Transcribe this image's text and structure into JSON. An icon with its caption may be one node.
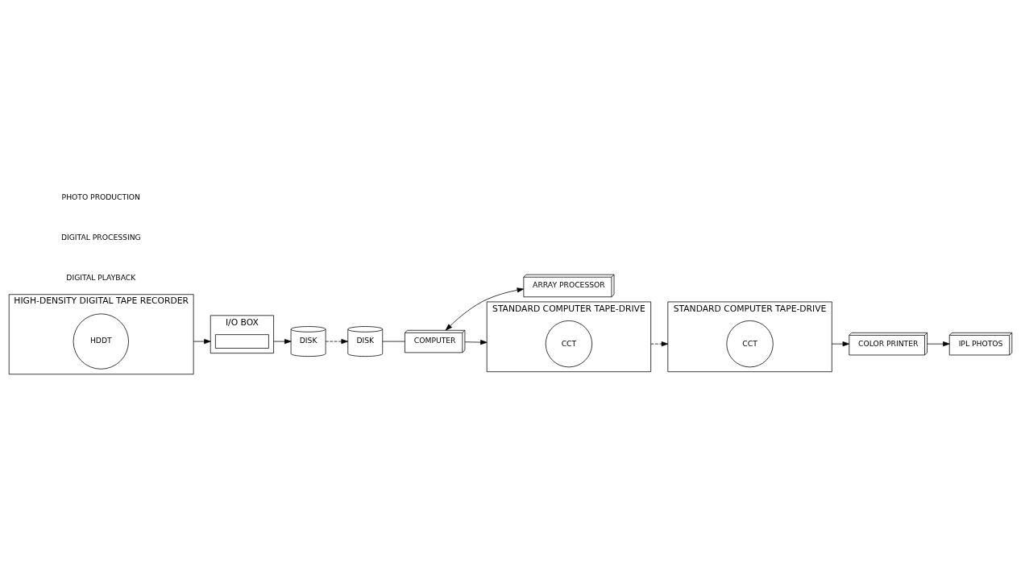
{
  "diagram": {
    "nodes": [
      {
        "text": [
          "HIGH-DENSITY DIGITAL TAPE RECORDER"
        ]
      },
      {
        "text": [
          "HDDT"
        ],
        "in": 0
      },
      {
        "text": [
          "I/O BOX"
        ]
      },
      {
        "text": [],
        "shape": "box",
        "in": 2
      },
      {
        "text": [
          "DISK"
        ]
      },
      {
        "text": [
          "DISK"
        ]
      },
      {
        "text": [
          "COMPUTER"
        ]
      },
      {
        "text": [
          "ARRAY PROCESSOR"
        ]
      },
      {
        "text": [
          "STANDARD COMPUTER TAPE-DRIVE"
        ]
      },
      {
        "text": [
          "CCT"
        ],
        "in": 8
      },
      {
        "text": [
          "STANDARD COMPUTER TAPE-DRIVE"
        ]
      },
      {
        "text": [
          "CCT"
        ],
        "in": 10
      },
      {
        "text": [
          "COLOR PRINTER"
        ]
      },
      {
        "text": [
          "IPL PHOTOS"
        ]
      }
    ],
    "edges": [
      {
        "from": 0,
        "to": 2,
        "arrow": "to"
      },
      {
        "from": 2,
        "to": 4,
        "arrow": "to"
      },
      {
        "from": 4,
        "to": 5,
        "arrow": "to",
        "style": "dashed"
      },
      {
        "from": 5,
        "to": 6,
        "arrow": "none"
      },
      {
        "from": 6,
        "to": 8,
        "arrow": "to"
      },
      {
        "from": 6,
        "to": 7,
        "arrow": "both"
      },
      {
        "from": 8,
        "to": 10,
        "arrow": "to",
        "style": "dashed"
      },
      {
        "from": 10,
        "to": 12,
        "arrow": "to"
      },
      {
        "from": 12,
        "to": 13,
        "arrow": "to"
      }
    ],
    "labels": [
      "DIGITAL PLAYBACK",
      "DIGITAL PROCESSING",
      "PHOTO PRODUCTION"
    ]
  }
}
